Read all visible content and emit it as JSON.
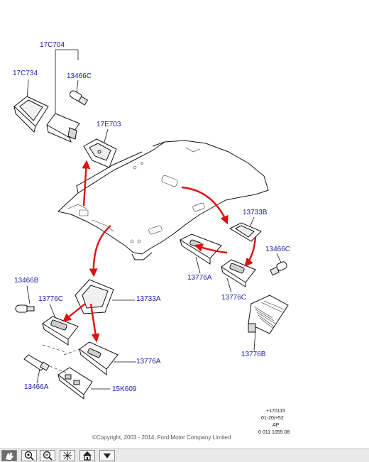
{
  "labels": {
    "l17C704": "17C704",
    "l17C734": "17C734",
    "l13466C_top": "13466C",
    "l17E703": "17E703",
    "l13733B": "13733B",
    "l13466C_right": "13466C",
    "l13776A_mid": "13776A",
    "l13776C_right": "13776C",
    "l13466B": "13466B",
    "l13776C_left": "13776C",
    "l13733A": "13733A",
    "l13776A_low": "13776A",
    "l13776B": "13776B",
    "l13466A": "13466A",
    "l15K609": "15K609"
  },
  "meta": {
    "line1": "+170115",
    "line2": "01-20/+52",
    "line3": "AP",
    "line4": "0 011 1055 08"
  },
  "copyright": "©Copyright, 2003 - 2014, Ford Motor Company Limited",
  "toolbar": {
    "tools": [
      "pan-tool",
      "zoom-in",
      "zoom-out",
      "fit-view",
      "home",
      "more-dropdown"
    ]
  },
  "colors": {
    "arrow": "#e01010",
    "label": "#1a1aa8",
    "line": "#111111"
  }
}
